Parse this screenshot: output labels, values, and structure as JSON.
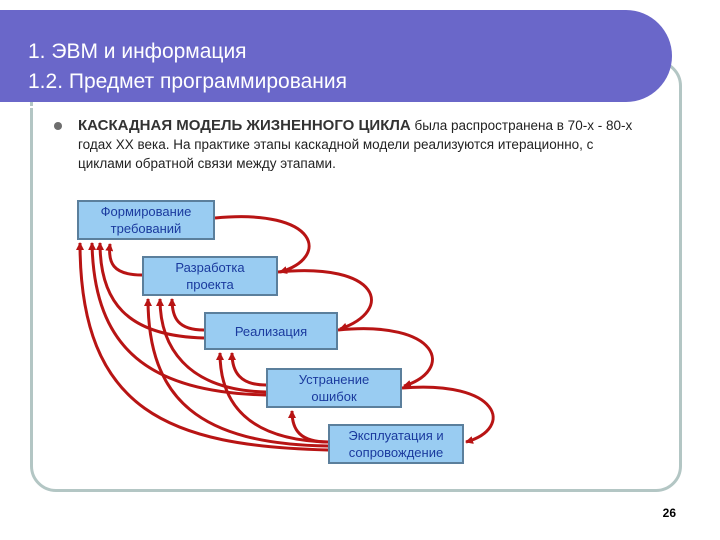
{
  "header": {
    "line1": "1. ЭВМ и информация",
    "line2": "1.2. Предмет программирования"
  },
  "body": {
    "lead": "КАСКАДНАЯ МОДЕЛЬ ЖИЗНЕННОГО ЦИКЛА",
    "text": " была распространена в 70-х - 80-х годах XX века. На практике этапы каскадной модели реализуются итерационно, с циклами обратной связи между этапами."
  },
  "stages": [
    "Формирование\nтребований",
    "Разработка\nпроекта",
    "Реализация",
    "Устранение\nошибок",
    "Эксплуатация и\nсопровождение"
  ],
  "colors": {
    "header": "#6a67c9",
    "box_fill": "#99ccf2",
    "box_border": "#5b7f9c",
    "box_text": "#1a3a9e",
    "arrow": "#b81414",
    "frame": "#b3c6c4"
  },
  "page_number": "26"
}
